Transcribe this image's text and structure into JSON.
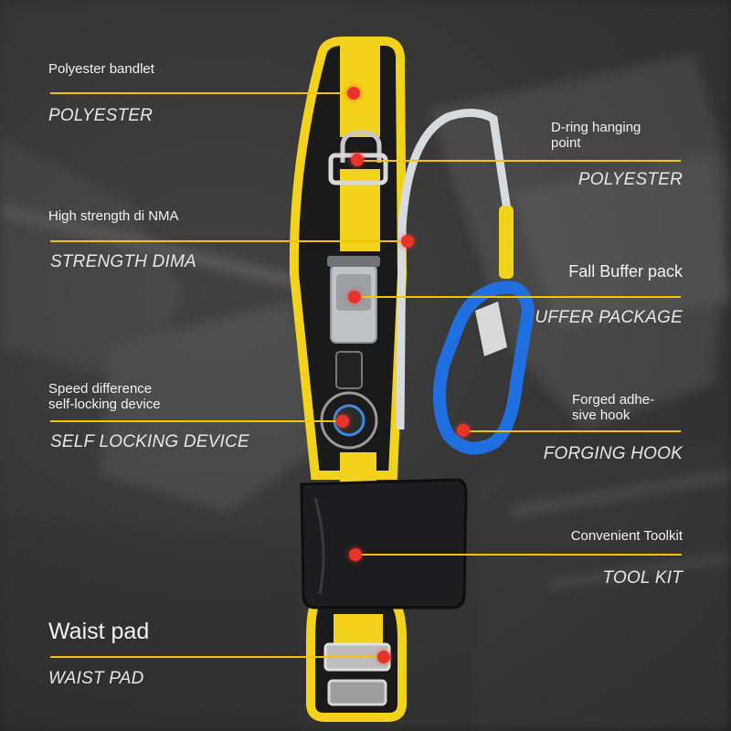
{
  "colors": {
    "accent_line": "#f5c400",
    "marker": "#e8332a",
    "belt_yellow": "#f2d21a",
    "hook_blue": "#1f6fe0",
    "background": "#2e2e2e"
  },
  "callouts": [
    {
      "id": "polyester-bandlet",
      "label": "Polyester bandlet",
      "sub": "POLYESTER"
    },
    {
      "id": "d-ring",
      "label": "D-ring hanging\npoint",
      "sub": "POLYESTER"
    },
    {
      "id": "high-strength",
      "label": "High strength di NMA",
      "sub": "STRENGTH DIMA"
    },
    {
      "id": "fall-buffer",
      "label": "Fall Buffer pack",
      "sub": "UFFER PACKAGE"
    },
    {
      "id": "speed-difference",
      "label": "Speed difference\nself-locking device",
      "sub": "SELF LOCKING DEVICE"
    },
    {
      "id": "forged-hook",
      "label": "Forged adhe-\nsive hook",
      "sub": "FORGING HOOK"
    },
    {
      "id": "toolkit",
      "label": "Convenient Toolkit",
      "sub": "TOOL KIT"
    },
    {
      "id": "waist-pad",
      "label": "Waist pad",
      "sub": "WAIST PAD"
    }
  ]
}
